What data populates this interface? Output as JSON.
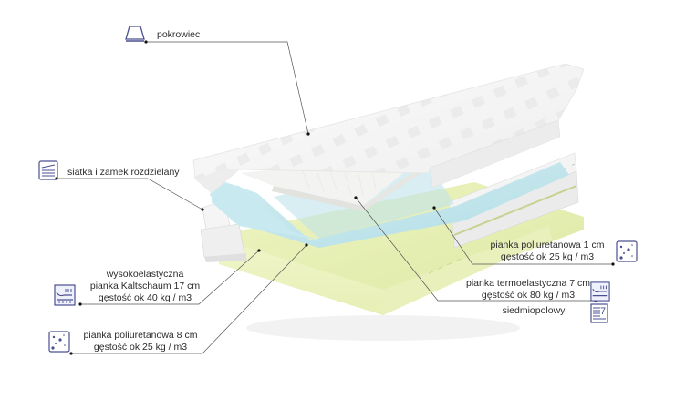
{
  "diagram": {
    "type": "mattress-layer-cross-section",
    "accent_color": "#4a4f8f",
    "layer_colors": {
      "cover": "#f4f4f4",
      "thermo_foam": "#f2f2ee",
      "poly_foam_1cm": "#bfe4ea",
      "cold_foam": "#e6efb4",
      "side_mesh": "#ececec"
    },
    "callouts": [
      {
        "id": "cover",
        "icon": "mattress-cover-icon",
        "lines": [
          "pokrowiec"
        ]
      },
      {
        "id": "mesh-zipper",
        "icon": "mesh-layers-icon",
        "lines": [
          "siatka i zamek rozdzielany"
        ]
      },
      {
        "id": "cold-foam",
        "icon": "elastic-foam-icon",
        "lines": [
          "wysokoelastyczna",
          "pianka Kaltschaum 17 cm",
          "gęstość ok 40 kg / m3"
        ]
      },
      {
        "id": "poly-foam-8",
        "icon": "foam-dots-icon",
        "lines": [
          "pianka poliuretanowa 8 cm",
          "gęstość ok 25 kg / m3"
        ]
      },
      {
        "id": "poly-foam-1",
        "icon": "foam-dots-icon",
        "lines": [
          "pianka poliuretanowa 1 cm",
          "gęstość ok 25 kg / m3"
        ]
      },
      {
        "id": "thermo-foam",
        "icon": "thermo-foam-icon",
        "lines": [
          "pianka termoelastyczna 7 cm",
          "gęstość ok 80 kg / m3"
        ]
      },
      {
        "id": "seven-zone",
        "icon": "seven-zone-icon",
        "lines": [
          "siedmiopolowy"
        ],
        "badge": "7"
      }
    ]
  }
}
